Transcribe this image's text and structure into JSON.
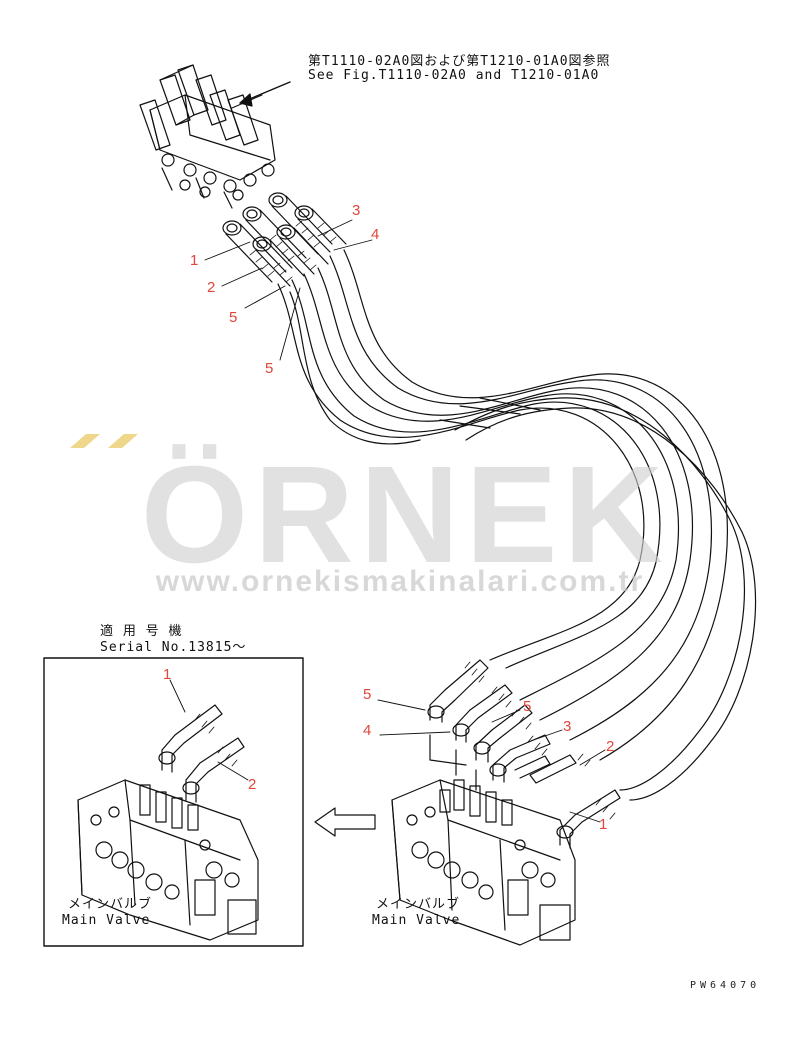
{
  "reference": {
    "jp": "第T1110-02A0図および第T1210-01A0図参照",
    "en": "See Fig.T1110-02A0 and T1210-01A0"
  },
  "serial": {
    "jp": "適 用 号 機",
    "en": "Serial No.13815～"
  },
  "main_valve_left": {
    "jp": "メインバルブ",
    "en": "Main Valve"
  },
  "main_valve_right": {
    "jp": "メインバルブ",
    "en": "Main Valve"
  },
  "part_code": "PW64070",
  "watermark": {
    "brand": "ÖRNEK",
    "url": "www.ornekismakinalari.com.tr",
    "accent": "#e8c65a"
  },
  "callouts": {
    "top_1": "1",
    "top_2": "2",
    "top_3": "3",
    "top_4": "4",
    "top_5a": "5",
    "top_5b": "5",
    "right_1": "1",
    "right_2": "2",
    "right_3": "3",
    "right_4": "4",
    "right_5a": "5",
    "right_5b": "5",
    "inset_1": "1",
    "inset_2": "2"
  },
  "colors": {
    "line": "#111111",
    "callout": "#e0463a",
    "watermark": "#cfcfcf"
  }
}
